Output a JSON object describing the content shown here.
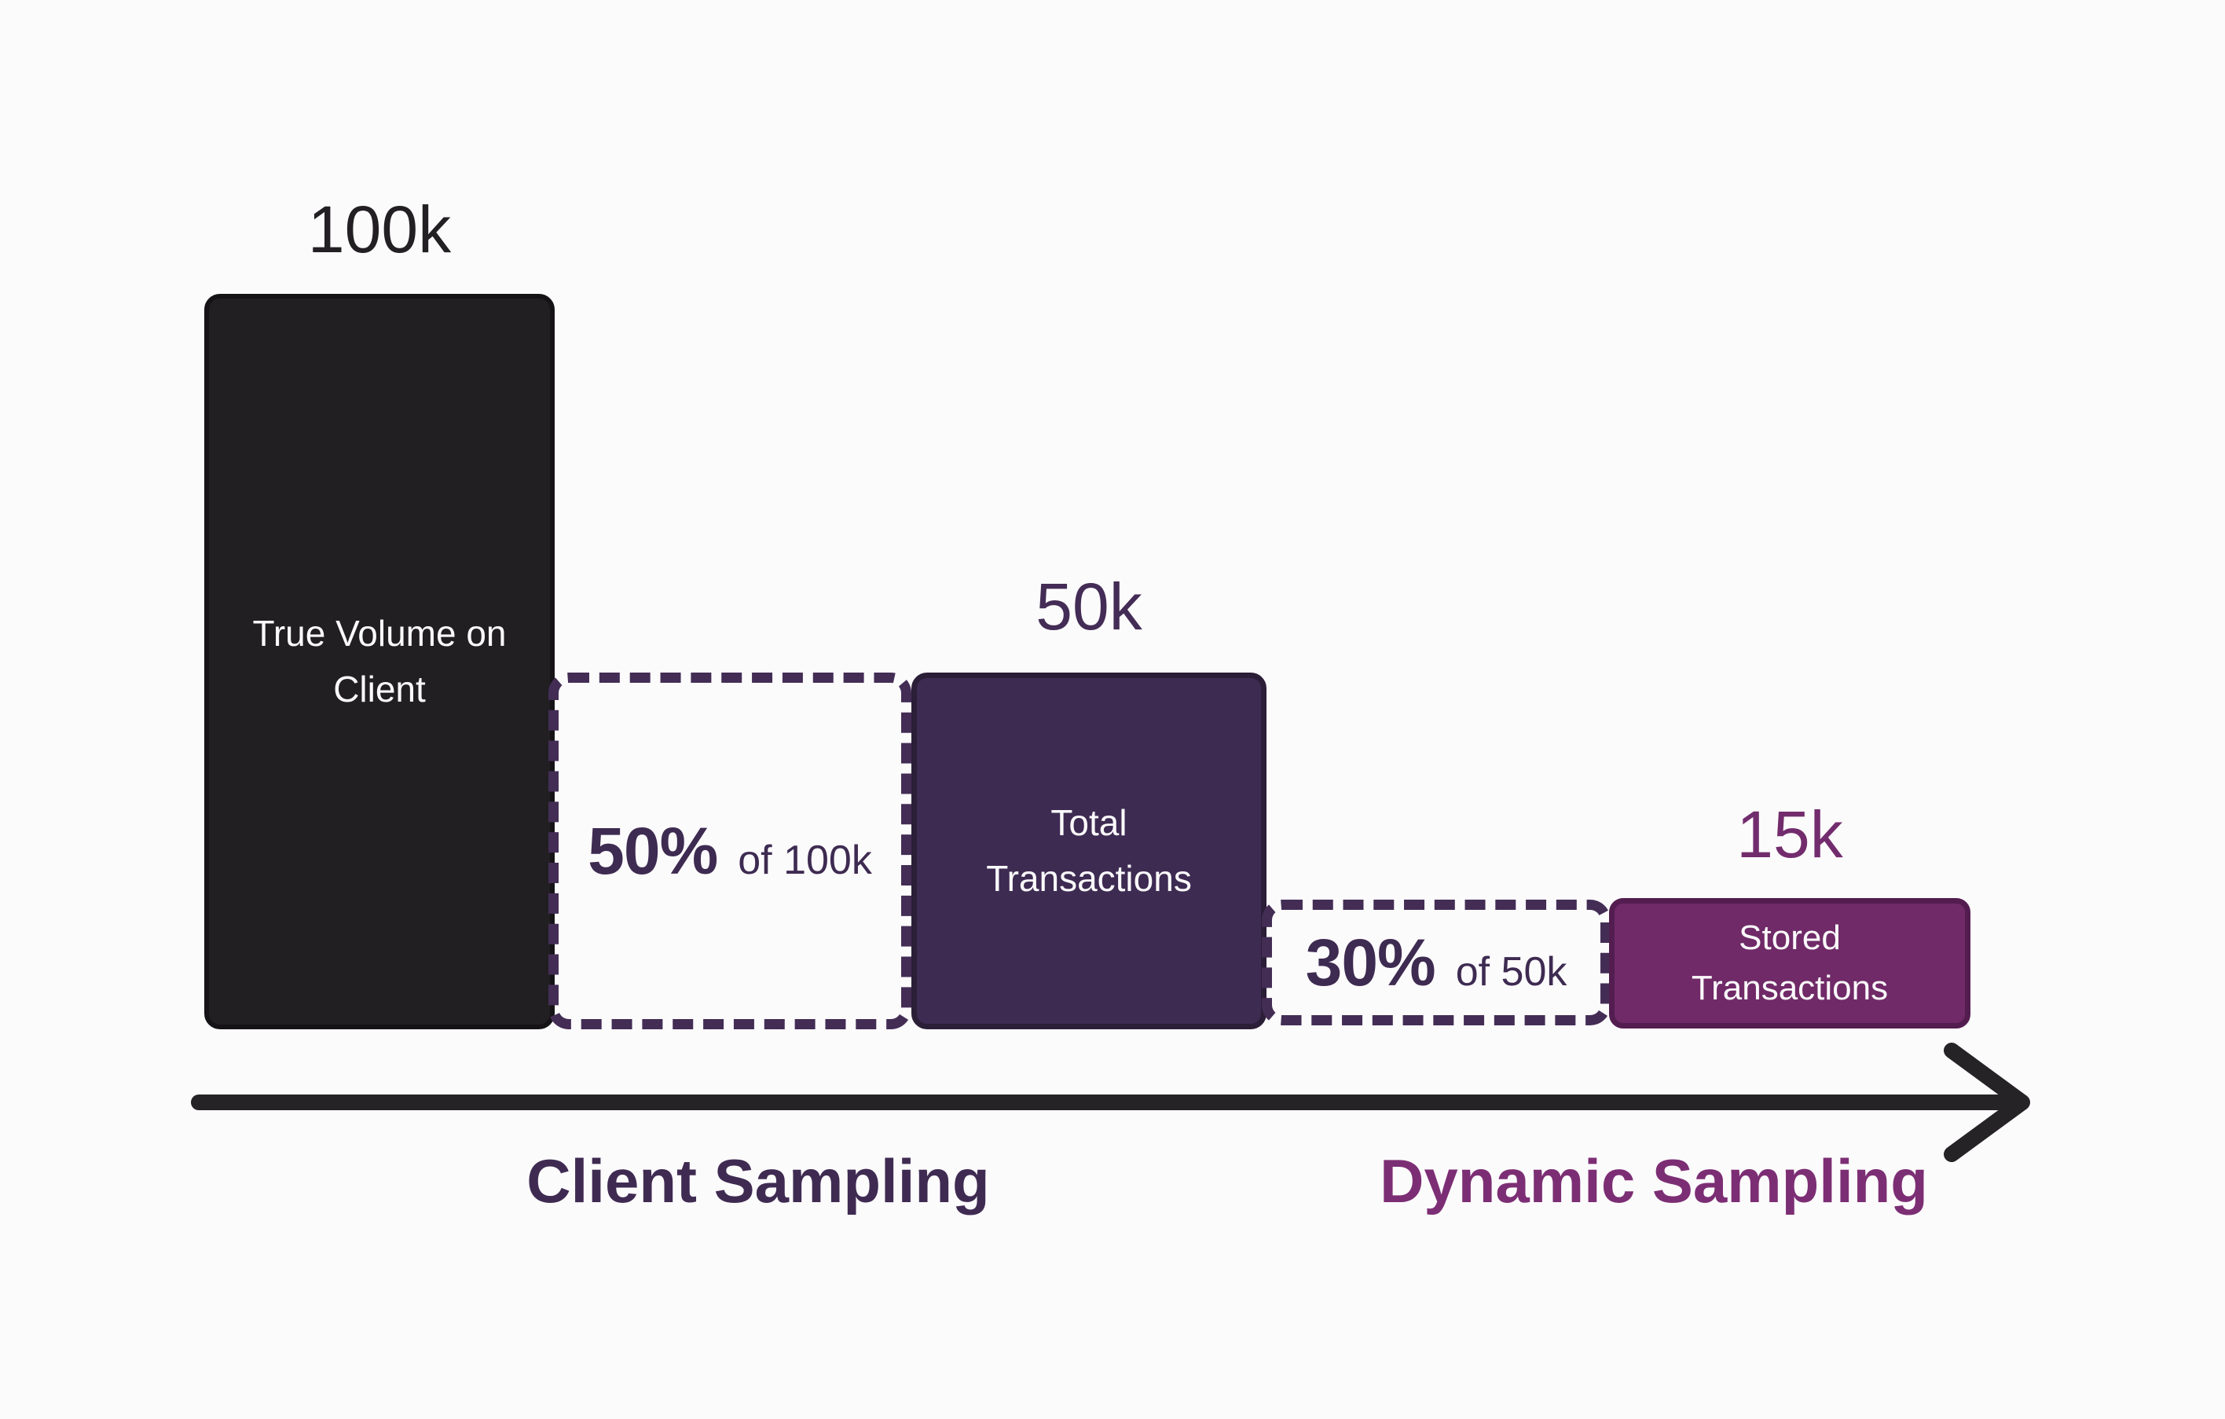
{
  "diagram": {
    "title_hint": "Transaction volume funnel: client sampling then dynamic sampling",
    "stages": [
      {
        "id": "true-volume-on-client",
        "value_label": "100k",
        "label_line1": "True Volume on",
        "label_line2": "Client",
        "fill": "#211f22"
      },
      {
        "id": "total-transactions",
        "value_label": "50k",
        "label_line1": "Total",
        "label_line2": "Transactions",
        "fill": "#3e2b52"
      },
      {
        "id": "stored-transactions",
        "value_label": "15k",
        "label_line1": "Stored",
        "label_line2": "Transactions",
        "fill": "#702a68"
      }
    ],
    "rates": [
      {
        "id": "client-sample-rate",
        "percent": "50%",
        "of_label": "of 100k"
      },
      {
        "id": "dynamic-sample-rate",
        "percent": "30%",
        "of_label": "of 50k"
      }
    ],
    "axis": {
      "left_label": "Client Sampling",
      "right_label": "Dynamic Sampling"
    },
    "colors": {
      "background": "#fcfbfc",
      "near_black": "#211f22",
      "dark_purple": "#3e2b52",
      "magenta": "#702a68",
      "magenta_text": "#722c6d",
      "dashed_border": "#432d55",
      "arrow": "#262327",
      "white_text": "#fbfafb"
    }
  },
  "chart_data": {
    "type": "bar",
    "categories": [
      "True Volume on Client",
      "Total Transactions",
      "Stored Transactions"
    ],
    "values": [
      100000,
      50000,
      15000
    ],
    "value_labels": [
      "100k",
      "50k",
      "15k"
    ],
    "annotations": [
      "50% of 100k",
      "30% of 50k"
    ],
    "xlabel_segments": [
      "Client Sampling",
      "Dynamic Sampling"
    ],
    "title": "",
    "ylabel": "",
    "legend": "none",
    "grid": false
  }
}
